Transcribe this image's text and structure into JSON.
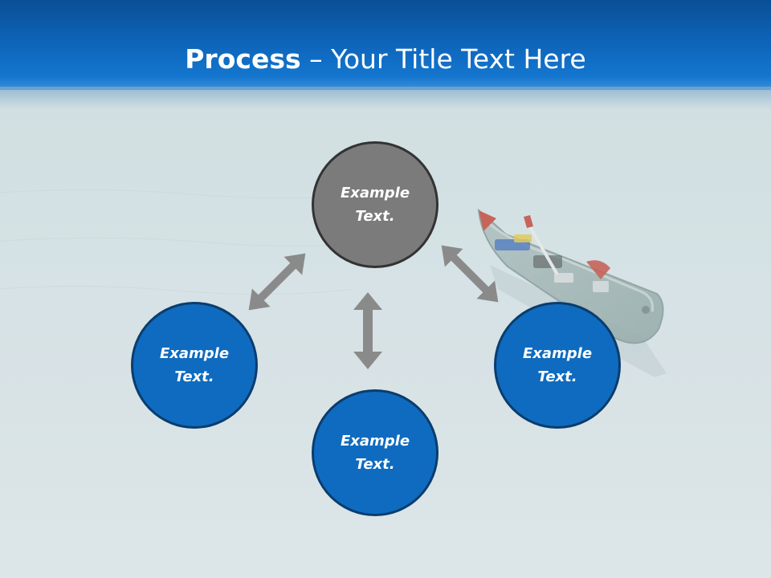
{
  "slide": {
    "title_bold": "Process",
    "title_rest": " – Your Title Text Here"
  },
  "nodes": {
    "top": {
      "line1": "Example",
      "line2": "Text."
    },
    "left": {
      "line1": "Example",
      "line2": "Text."
    },
    "right": {
      "line1": "Example",
      "line2": "Text."
    },
    "bottom": {
      "line1": "Example",
      "line2": "Text."
    }
  },
  "colors": {
    "header_blue": "#0d63b8",
    "node_blue": "#0f6bbf",
    "node_gray": "#7b7b7b",
    "arrow_gray": "#8a8a8a"
  },
  "background_image": "canoe on a shallow lake shore"
}
